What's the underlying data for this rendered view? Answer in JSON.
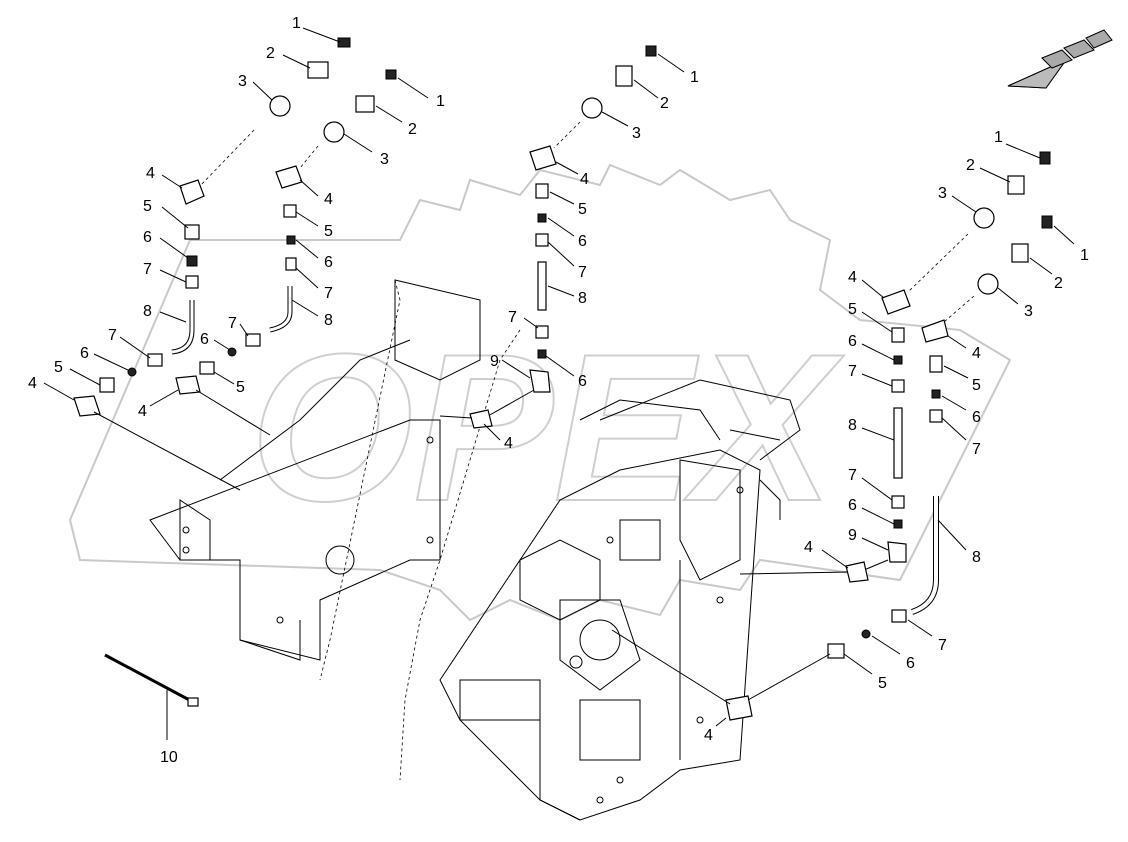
{
  "watermark": {
    "text": "OPEX"
  },
  "corner_code": "",
  "labels": {
    "l1a": "1",
    "l2a": "2",
    "l3a": "3",
    "l4a": "4",
    "l5a": "5",
    "l6a": "6",
    "l7a": "7",
    "l8a": "8",
    "l7b": "7",
    "l6b": "6",
    "l5b": "5",
    "l4b": "4",
    "l1c": "1",
    "l2c": "2",
    "l3c": "3",
    "l4c": "4",
    "l5c": "5",
    "l6c": "6",
    "l7c": "7",
    "l8c": "8",
    "l7d": "7",
    "l6d": "6",
    "l5d": "5",
    "l4d": "4",
    "l1e": "1",
    "l2e": "2",
    "l3e": "3",
    "l4e": "4",
    "l5e": "5",
    "l6e": "6",
    "l7e": "7",
    "l8e": "8",
    "l7f": "7",
    "l9f": "9",
    "l6f": "6",
    "l4f": "4",
    "l1g": "1",
    "l2g": "2",
    "l3g": "3",
    "l4g": "4",
    "l5g": "5",
    "l6g": "6",
    "l7g": "7",
    "l8g": "8",
    "l7h": "7",
    "l6h": "6",
    "l9h": "9",
    "l4h": "4",
    "l1i": "1",
    "l2i": "2",
    "l3i": "3",
    "l4i": "4",
    "l5i": "5",
    "l6i": "6",
    "l7i": "7",
    "l8i": "8",
    "l7j": "7",
    "l6j": "6",
    "l5j": "5",
    "l4j": "4",
    "l10": "10"
  },
  "icons": {
    "direction": "direction-arrow-icon"
  }
}
